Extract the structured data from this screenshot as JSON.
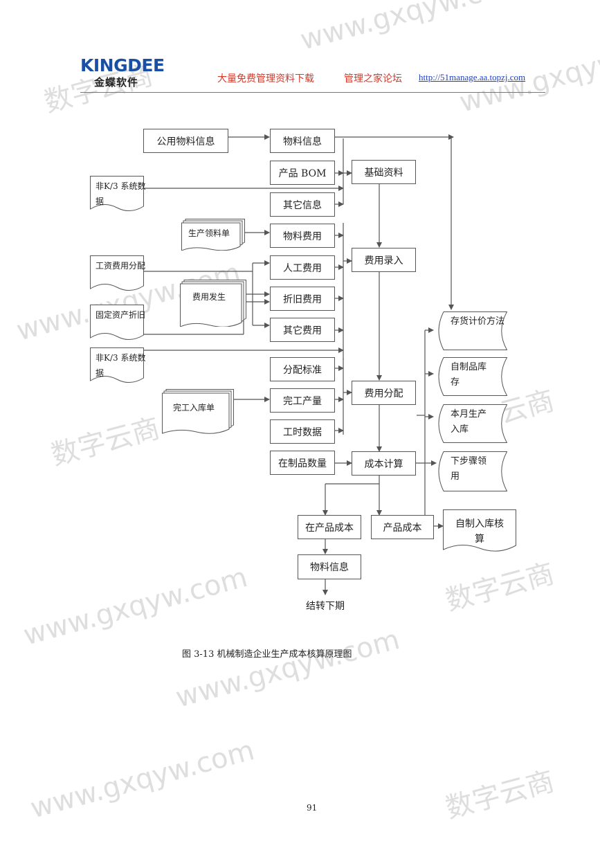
{
  "header": {
    "logo_en": "KINGDEE",
    "logo_cn": "金蝶软件",
    "slogan": "大量免费管理资料下载",
    "forum": "管理之家论坛",
    "url": "http://51manage.aa.topzj.com"
  },
  "watermark": {
    "line1": "数字云商",
    "line2": "www.gxqyw.com"
  },
  "nodes": {
    "public_material": "公用物料信息",
    "material_info": "物料信息",
    "product_bom": "产品 BOM",
    "other_info": "其它信息",
    "base_data": "基础资料",
    "nonk3_1": "非K/3 系统数据",
    "prod_pick": "生产领料单",
    "material_cost": "物料费用",
    "labor_cost": "人工费用",
    "depr_cost": "折旧费用",
    "other_cost": "其它费用",
    "cost_entry": "费用录入",
    "wage_alloc": "工资费用分配",
    "expense_incur": "费用发生",
    "fixed_asset": "固定资产折旧",
    "nonk3_2": "非K/3 系统数据",
    "alloc_std": "分配标准",
    "finished_output": "完工产量",
    "hours_data": "工时数据",
    "cost_alloc": "费用分配",
    "finished_receipt": "完工入库单",
    "wip_qty": "在制品数量",
    "cost_calc": "成本计算",
    "inv_pricing": "存货计价方法",
    "self_made_stock": "自制品库存",
    "month_prod_in": "本月生产入库",
    "next_step_pick": "下步骤领用",
    "wip_cost": "在产品成本",
    "product_cost": "产品成本",
    "self_made_in": "自制入库核算",
    "material_info2": "物料信息",
    "carry_forward": "结转下期"
  },
  "caption": "图 3-13  机械制造企业生产成本核算原理图",
  "page_number": "91"
}
